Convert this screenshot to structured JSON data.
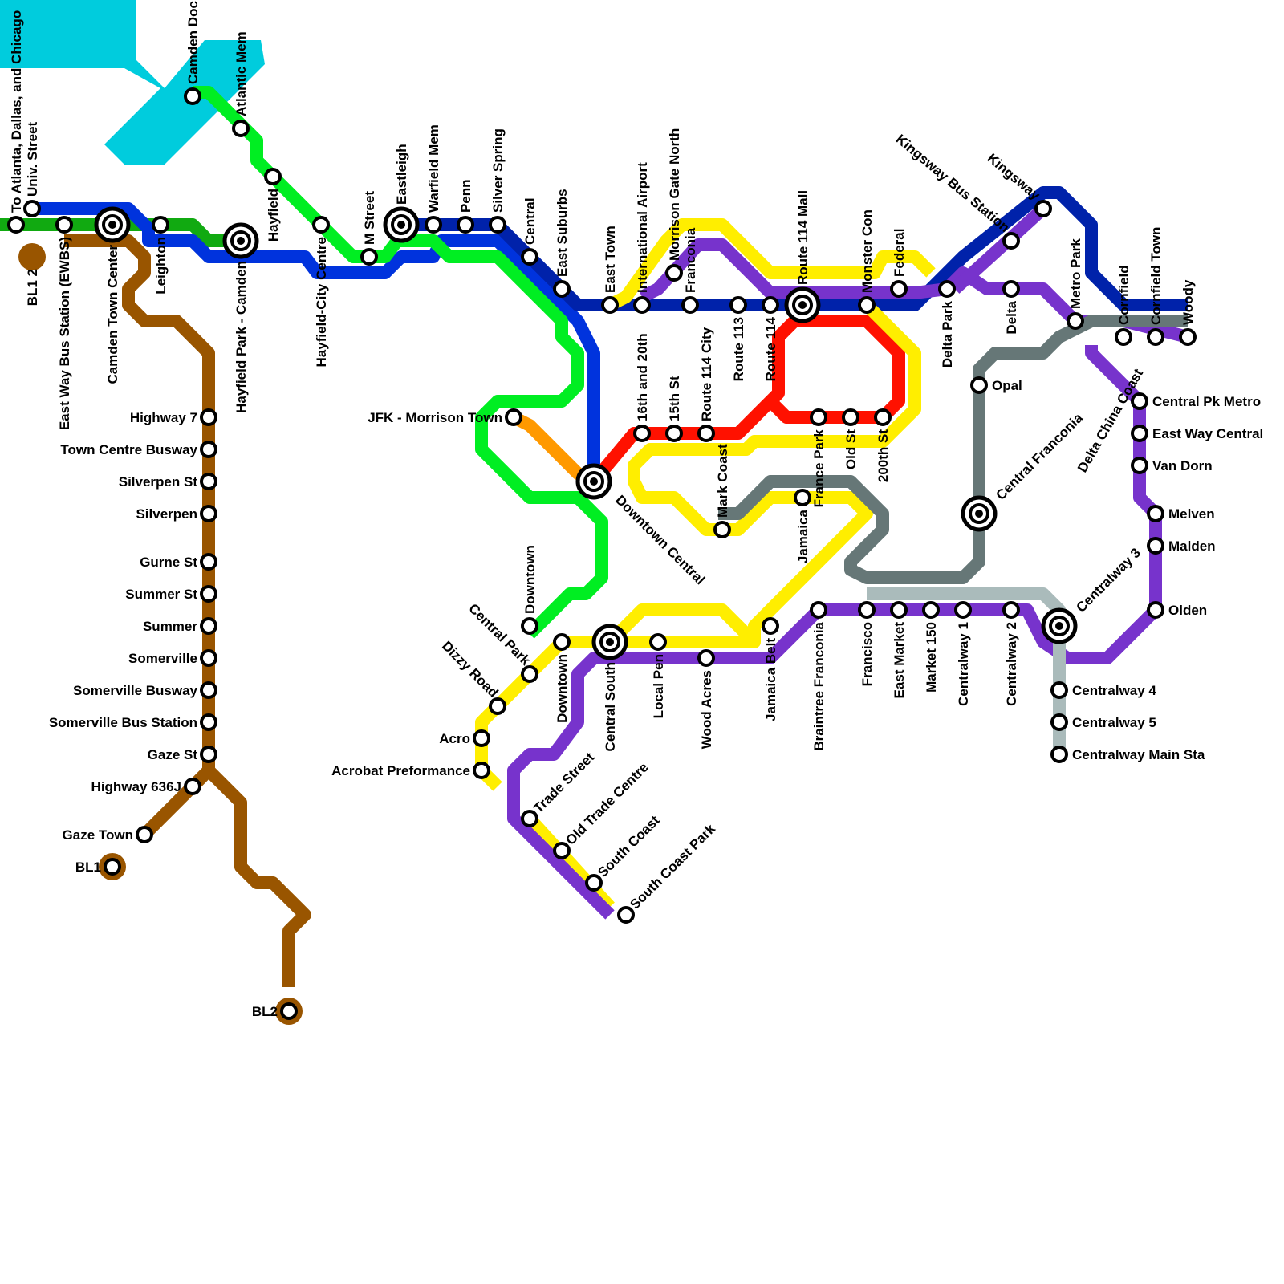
{
  "map": {
    "colors": {
      "cyan": "#00CCDD",
      "blue": "#0033DD",
      "darkblue": "#0022AA",
      "green": "#00EE22",
      "darkgreen": "#11AA11",
      "brown": "#995500",
      "red": "#FF1100",
      "yellow": "#FFEE00",
      "purple": "#7733CC",
      "gray": "#667777",
      "lightgray": "#AABBBB",
      "orange": "#FF9900"
    },
    "stations": {
      "to_atlanta": "To Atlanta, Dallas, and Chicago",
      "univ_street": "Univ. Street",
      "bl1_2": "BL1 2",
      "ewbs": "East Way Bus Station (EWBS)",
      "camden_town_center": "Camden Town Center",
      "leighton": "Leighton",
      "camden_dock": "Camden Dock",
      "atlantic_mem": "Atlantic Mem",
      "hayfield_park_camden": "Hayfield Park - Camden",
      "hayfield": "Hayfield",
      "hayfield_city_centre": "Hayfield-City Centre",
      "m_street": "M Street",
      "eastleigh": "Eastleigh",
      "warfield_mem": "Warfield Mem",
      "penn": "Penn",
      "silver_spring": "Silver Spring",
      "central": "Central",
      "east_suburbs": "East Suburbs",
      "east_town": "East Town",
      "international_airport": "International Airport",
      "morrison_gate_north": "Morrison Gate North",
      "franconia": "Franconia",
      "route_113": "Route 113",
      "route_114": "Route 114",
      "route_114_mall": "Route 114 Mall",
      "monster_con": "Monster Con",
      "federal": "Federal",
      "kingsway_bus_station": "Kingsway Bus Station",
      "kingsway": "Kingsway",
      "delta_park": "Delta Park",
      "delta": "Delta",
      "metro_park": "Metro Park",
      "cornfield": "Cornfield",
      "cornfield_town": "Cornfield Town",
      "woody": "Woody",
      "highway_7": "Highway 7",
      "town_centre_busway": "Town Centre Busway",
      "silverpen_st": "Silverpen St",
      "silverpen": "Silverpen",
      "gurne_st": "Gurne St",
      "summer_st": "Summer St",
      "summer": "Summer",
      "somerville": "Somerville",
      "somerville_busway": "Somerville Busway",
      "somerville_bus_station": "Somerville Bus Station",
      "gaze_st": "Gaze St",
      "highway_636j": "Highway 636J",
      "gaze_town": "Gaze Town",
      "bl1": "BL1",
      "bl2": "BL2",
      "jfk_morrison_town": "JFK - Morrison Town",
      "sixteenth_20th": "16th and 20th",
      "fifteenth_st": "15th St",
      "route_114_city": "Route 114 City",
      "france_park": "France Park",
      "old_st": "Old St",
      "two_hundredth_st": "200th St",
      "opal": "Opal",
      "delta_china_coast": "Delta China Coast",
      "central_pk_metro": "Central Pk Metro",
      "east_way_central": "East Way Central",
      "van_dorn": "Van Dorn",
      "downtown_central": "Downtown Central",
      "jamaica": "Jamaica",
      "central_franconia": "Central Franconia",
      "melven": "Melven",
      "malden": "Malden",
      "mark_coast": "Mark Coast",
      "downtown_north": "Downtown",
      "centralway_3": "Centralway 3",
      "olden": "Olden",
      "central_park": "Central Park",
      "dizzy_road": "Dizzy Road",
      "downtown": "Downtown",
      "central_south": "Central South",
      "local_pen": "Local Pen",
      "wood_acres": "Wood Acres",
      "jamaica_belt": "Jamaica Belt",
      "braintree_franconia": "Braintree Franconia",
      "francisco": "Francisco",
      "east_market": "East Market",
      "market_150": "Market 150",
      "centralway_1": "Centralway 1",
      "centralway_2": "Centralway 2",
      "centralway_4": "Centralway 4",
      "centralway_5": "Centralway 5",
      "centralway_main_sta": "Centralway Main Sta",
      "acro": "Acro",
      "acrobat_preformance": "Acrobat Preformance",
      "trade_street": "Trade Street",
      "old_trade_centre": "Old Trade Centre",
      "south_coast": "South Coast",
      "south_coast_park": "South Coast Park"
    }
  }
}
